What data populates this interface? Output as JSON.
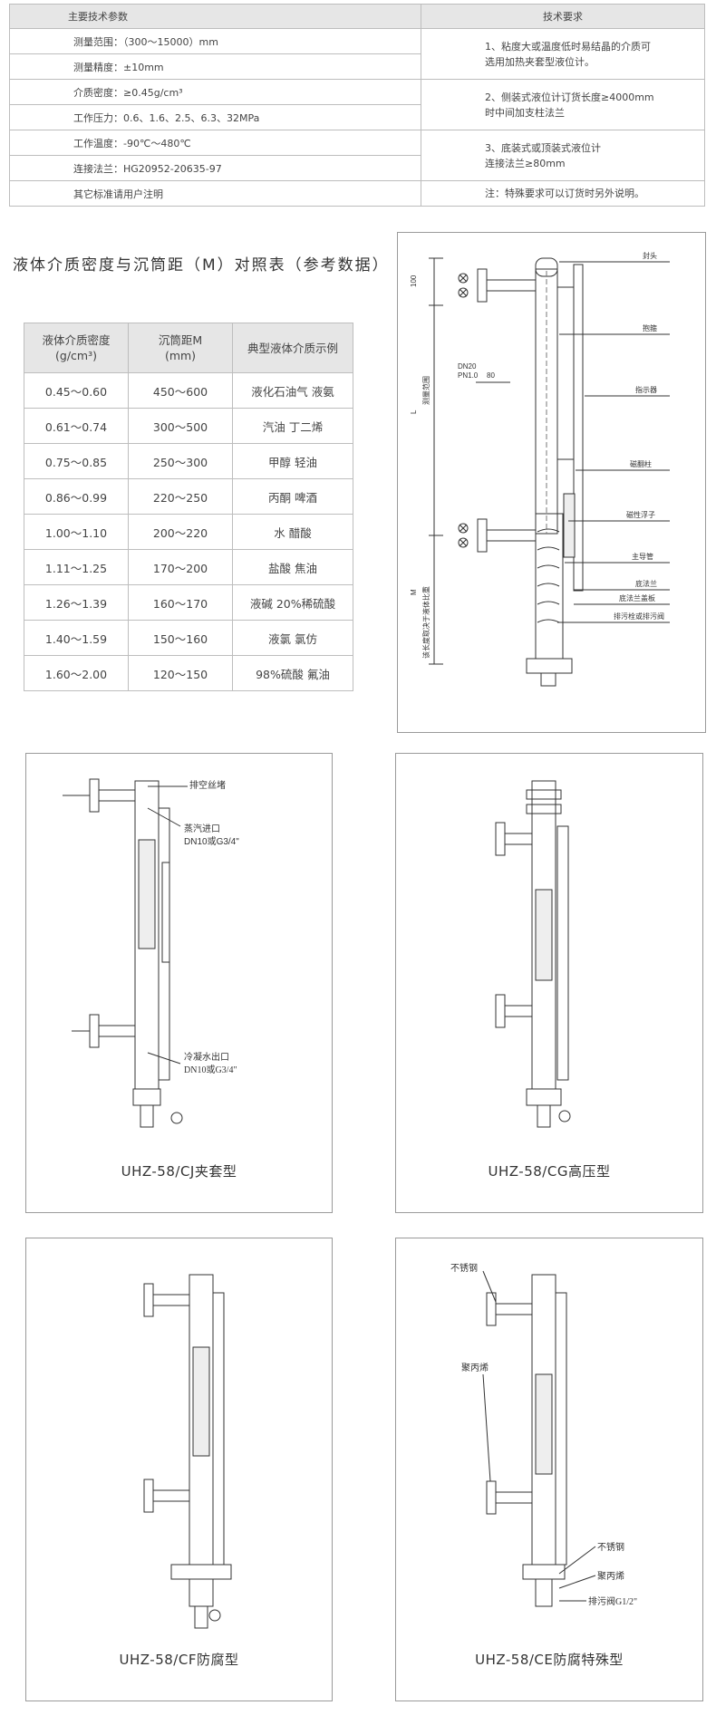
{
  "spec_table": {
    "header_left": "主要技术参数",
    "header_right": "技术要求",
    "rows_left": [
      "测量范围：（300～15000）mm",
      "测量精度：±10mm",
      "介质密度：≥0.45g/cm³",
      "工作压力：0.6、1.6、2.5、6.3、32MPa",
      "工作温度：-90℃～480℃",
      "连接法兰：HG20952-20635-97",
      "其它标准请用户注明"
    ],
    "notes_right": [
      [
        "1、粘度大或温度低时易结晶的介质可",
        "选用加热夹套型液位计。"
      ],
      [
        "2、侧装式液位计订货长度≥4000mm",
        "时中间加支柱法兰"
      ],
      [
        "3、底装式或顶装式液位计",
        "连接法兰≥80mm"
      ],
      [
        "注：特殊要求可以订货时另外说明。"
      ]
    ]
  },
  "section_title": "液体介质密度与沉筒距（M）对照表（参考数据）",
  "density_table": {
    "headers": [
      "液体介质密度(g/cm³)",
      "沉筒距M(mm)",
      "典型液体介质示例"
    ],
    "header_lines": [
      [
        "液体介质密度",
        "(g/cm³)"
      ],
      [
        "沉筒距M",
        "(mm)"
      ],
      [
        "典型液体介质示例"
      ]
    ],
    "rows": [
      [
        "0.45～0.60",
        "450～600",
        "液化石油气  液氨"
      ],
      [
        "0.61～0.74",
        "300～500",
        "汽油  丁二烯"
      ],
      [
        "0.75～0.85",
        "250～300",
        "甲醇  轻油"
      ],
      [
        "0.86～0.99",
        "220～250",
        "丙酮  啤酒"
      ],
      [
        "1.00～1.10",
        "200～220",
        "水    醋酸"
      ],
      [
        "1.11～1.25",
        "170～200",
        "盐酸  焦油"
      ],
      [
        "1.26～1.39",
        "160～170",
        "液碱  20%稀硫酸"
      ],
      [
        "1.40～1.59",
        "150～160",
        "液氯    氯仿"
      ],
      [
        "1.60～2.00",
        "120～150",
        "98%硫酸  氟油"
      ]
    ]
  },
  "main_diagram": {
    "labels": {
      "head": "封头",
      "float_chamber": "抱箍",
      "indicator": "指示器",
      "magnetic_column": "磁翻柱",
      "magnetic_float": "磁性浮子",
      "main_tube": "主导管",
      "bottom_flange": "底法兰",
      "bottom_cover": "底法兰盖板",
      "drain": "排污栓或排污阀",
      "dim_100": "100",
      "dim_L": "L",
      "dim_range": "测量范围",
      "dn": "DN20",
      "pn": "PN1.0",
      "dim_80": "80",
      "dim_M": "M",
      "float_note": "该长度取决于液体比重"
    }
  },
  "diagrams": [
    {
      "caption": "UHZ-58/CJ夹套型",
      "labels": [
        "排空丝堵",
        "蒸汽进口",
        "DN10或G3/4\"",
        "冷凝水出口",
        "DN10或G3/4\""
      ]
    },
    {
      "caption": "UHZ-58/CG高压型",
      "labels": []
    },
    {
      "caption": "UHZ-58/CF防腐型",
      "labels": []
    },
    {
      "caption": "UHZ-58/CE防腐特殊型",
      "labels": [
        "不锈钢",
        "聚丙烯",
        "不锈钢",
        "聚丙烯",
        "排污阀G1/2\""
      ]
    }
  ],
  "colors": {
    "line": "#333333",
    "header_bg": "#e6e6e6",
    "border": "#bdbdbd"
  }
}
